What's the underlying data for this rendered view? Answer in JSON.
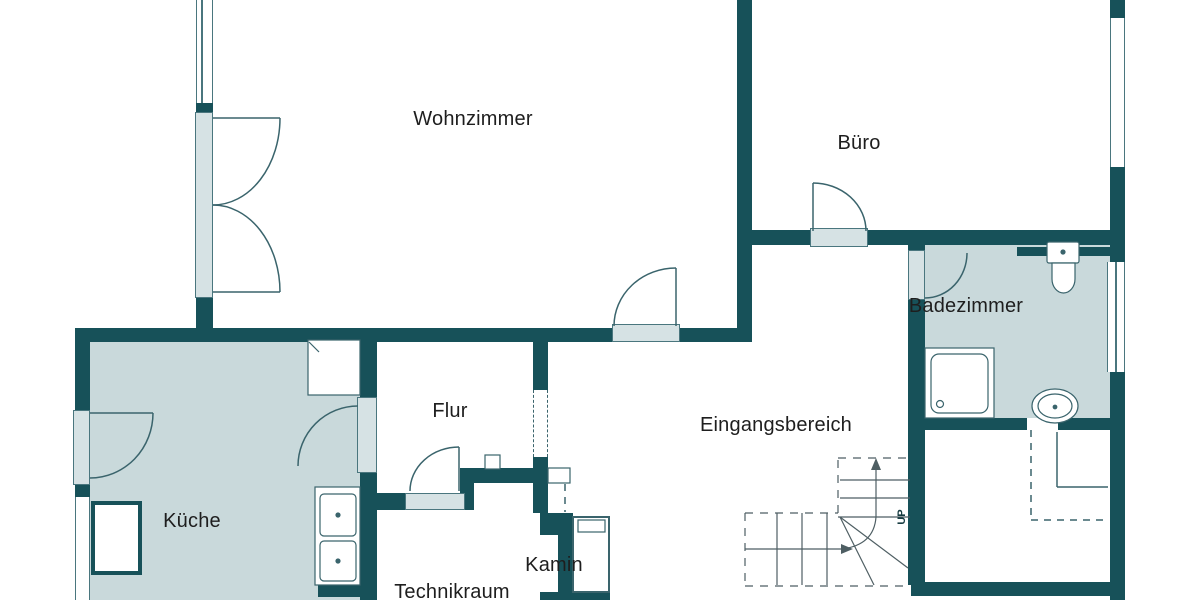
{
  "floorplan": {
    "rooms": [
      {
        "id": "wohnzimmer",
        "label": "Wohnzimmer"
      },
      {
        "id": "buero",
        "label": "Büro"
      },
      {
        "id": "badezimmer",
        "label": "Badezimmer"
      },
      {
        "id": "flur",
        "label": "Flur"
      },
      {
        "id": "eingangsbereich",
        "label": "Eingangsbereich"
      },
      {
        "id": "kueche",
        "label": "Küche"
      },
      {
        "id": "kamin",
        "label": "Kamin"
      },
      {
        "id": "technikraum",
        "label": "Technikraum"
      }
    ],
    "stairs": {
      "direction_label": "UP"
    },
    "colors": {
      "wall": "#175159",
      "room_fill": "#c9d9db",
      "door_sill_fill": "#d6e2e4",
      "line": "#3a646c",
      "text": "#1e1e1e"
    }
  }
}
